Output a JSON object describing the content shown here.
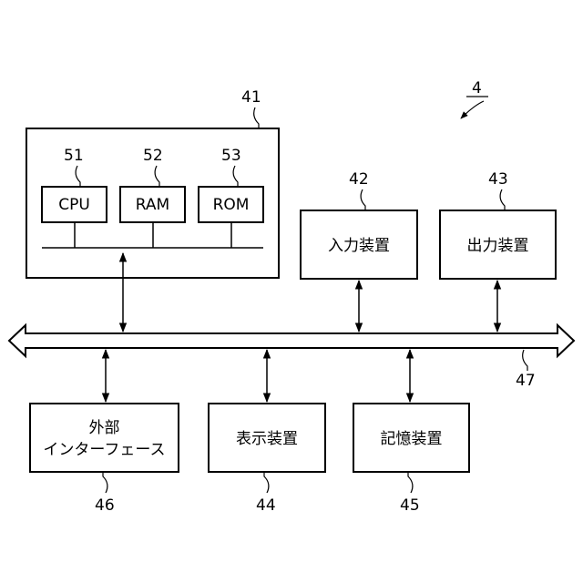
{
  "diagram": {
    "figure_ref": "4",
    "computer": {
      "ref": "41"
    },
    "cpu": {
      "ref": "51",
      "label": "CPU"
    },
    "ram": {
      "ref": "52",
      "label": "RAM"
    },
    "rom": {
      "ref": "53",
      "label": "ROM"
    },
    "input_device": {
      "ref": "42",
      "label": "入力装置"
    },
    "output_device": {
      "ref": "43",
      "label": "出力装置"
    },
    "bus": {
      "ref": "47"
    },
    "external_interface": {
      "ref": "46",
      "label_line1": "外部",
      "label_line2": "インターフェース"
    },
    "display_device": {
      "ref": "44",
      "label": "表示装置"
    },
    "storage_device": {
      "ref": "45",
      "label": "記憶装置"
    }
  }
}
